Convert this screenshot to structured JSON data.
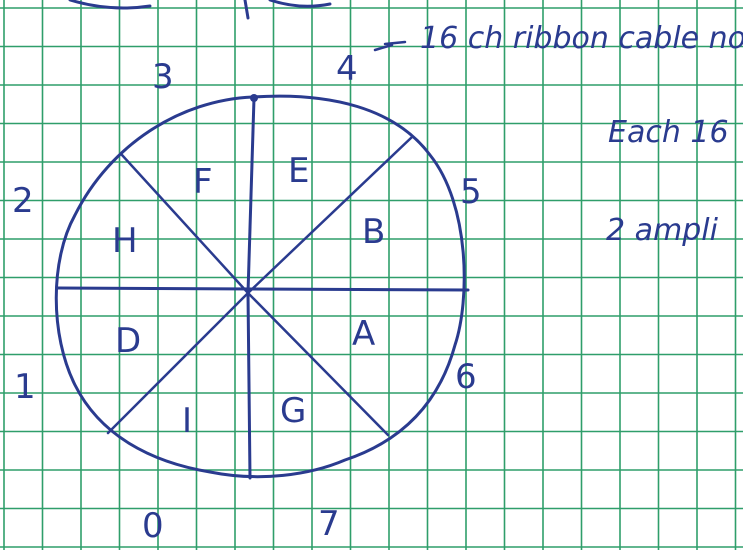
{
  "notes": {
    "top_partial": "",
    "ribbon_note": "16 ch ribbon cable no.",
    "each_note": "Each 16",
    "amp_note": "2 ampli"
  },
  "numbers": [
    "0",
    "1",
    "2",
    "3",
    "4",
    "5",
    "6",
    "7"
  ],
  "segments": [
    "A",
    "B",
    "D",
    "E",
    "F",
    "G",
    "H",
    "I"
  ],
  "colors": {
    "ink": "#2a3b8f",
    "grid": "#2f9e6a",
    "paper": "#ffffff"
  }
}
